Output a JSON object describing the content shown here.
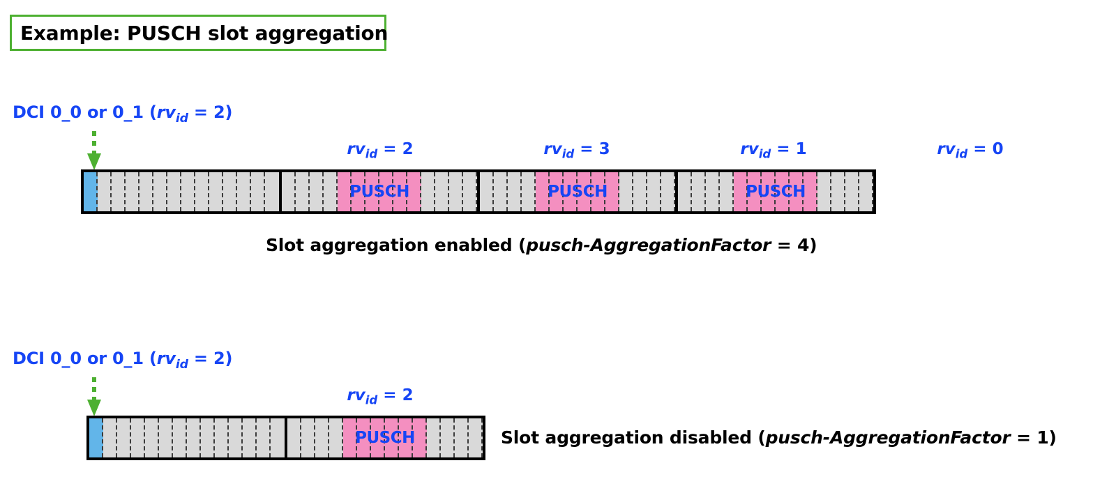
{
  "title": {
    "text": "Example: PUSCH slot aggregation",
    "border_color": "#4DB031"
  },
  "colors": {
    "dci_blue": "#62B5E9",
    "pusch_pink": "#F48FC0",
    "slot_gray": "#d9d9d9",
    "text_blue": "#1645F5",
    "arrow_green": "#4DB031",
    "outline_black": "#000000"
  },
  "diagrams": [
    {
      "id": "slot-aggregation-enabled",
      "dci_label": {
        "prefix": "DCI 0_0 or 0_1 (",
        "rv": "rv",
        "sub": "id",
        "suffix": " = 2)"
      },
      "arrow": {
        "name": "dci-arrow",
        "style": "dashed-down-arrow",
        "color": "#4DB031"
      },
      "num_slots": 4,
      "cells_per_slot": 14,
      "dci_cell_index": 0,
      "pusch_start_index": 4,
      "pusch_end_index": 9,
      "pusch_label": "PUSCH",
      "rv_annotations": [
        {
          "slot": 1,
          "rv": "rv",
          "sub": "id",
          "value": " = 2"
        },
        {
          "slot": 2,
          "rv": "rv",
          "sub": "id",
          "value": " = 3"
        },
        {
          "slot": 3,
          "rv": "rv",
          "sub": "id",
          "value": " = 1"
        },
        {
          "slot": 4,
          "rv": "rv",
          "sub": "id",
          "value": " = 0"
        }
      ],
      "caption": {
        "prefix": "Slot aggregation enabled (",
        "param": "pusch-AggregationFactor",
        "suffix": " = 4)"
      }
    },
    {
      "id": "slot-aggregation-disabled",
      "dci_label": {
        "prefix": "DCI 0_0 or 0_1 (",
        "rv": "rv",
        "sub": "id",
        "suffix": " = 2)"
      },
      "arrow": {
        "name": "dci-arrow",
        "style": "dashed-down-arrow",
        "color": "#4DB031"
      },
      "num_slots": 2,
      "cells_per_slot": 14,
      "dci_cell_index": 0,
      "pusch_start_index": 4,
      "pusch_end_index": 9,
      "pusch_label": "PUSCH",
      "rv_annotations": [
        {
          "slot": 1,
          "rv": "rv",
          "sub": "id",
          "value": " = 2"
        }
      ],
      "caption": {
        "prefix": "Slot aggregation disabled (",
        "param": "pusch-AggregationFactor",
        "suffix": " = 1)"
      }
    }
  ]
}
